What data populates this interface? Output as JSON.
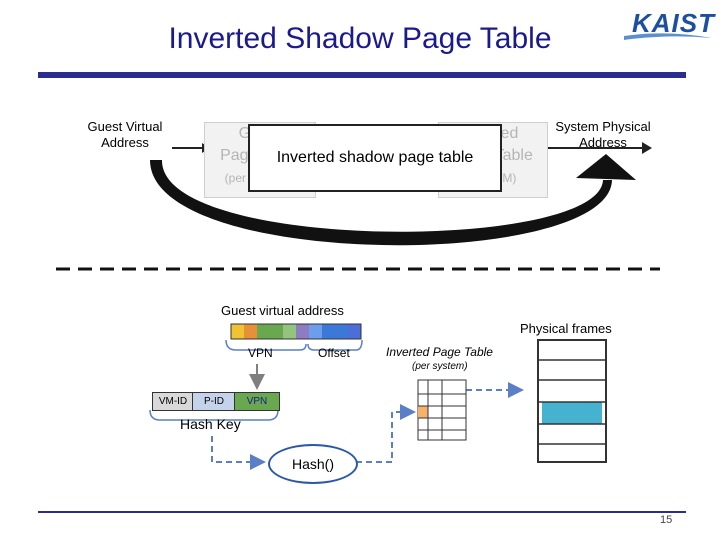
{
  "title": "Inverted Shadow Page Table",
  "logo": {
    "text": "KAIST"
  },
  "top_diagram": {
    "guest_virtual_address": "Guest Virtual Address",
    "system_physical_address": "System Physical Address",
    "ghost_left_line1": "Guest",
    "ghost_left_line2": "Page Table",
    "ghost_left_line3": "(per process)",
    "ghost_right_line1": "Nested",
    "ghost_right_line2": "Page Table",
    "ghost_right_line3": "(per VM)",
    "overlay_box": "Inverted shadow page table"
  },
  "bottom_diagram": {
    "guest_virtual_address": "Guest virtual address",
    "physical_frames": "Physical frames",
    "vpn": "VPN",
    "offset": "Offset",
    "inverted_page_table": "Inverted Page Table",
    "per_system": "(per system)",
    "vm_id": "VM-ID",
    "p_id": "P-ID",
    "vpn_key": "VPN",
    "hash_key": "Hash Key",
    "hash_fn": "Hash()"
  },
  "colors": {
    "title": "#1a1a8c",
    "rule": "#2a2d8f",
    "address_bar_segments": [
      "#f1c232",
      "#e69138",
      "#6aa84f",
      "#6aa84f",
      "#6aa84f",
      "#8e7cc3",
      "#6d9eeb",
      "#3c78d8",
      "#3c78d8",
      "#4a6fd8"
    ],
    "highlight_row": "#f6b26b",
    "frame_highlight": "#45b3cf"
  },
  "page_number": "15"
}
